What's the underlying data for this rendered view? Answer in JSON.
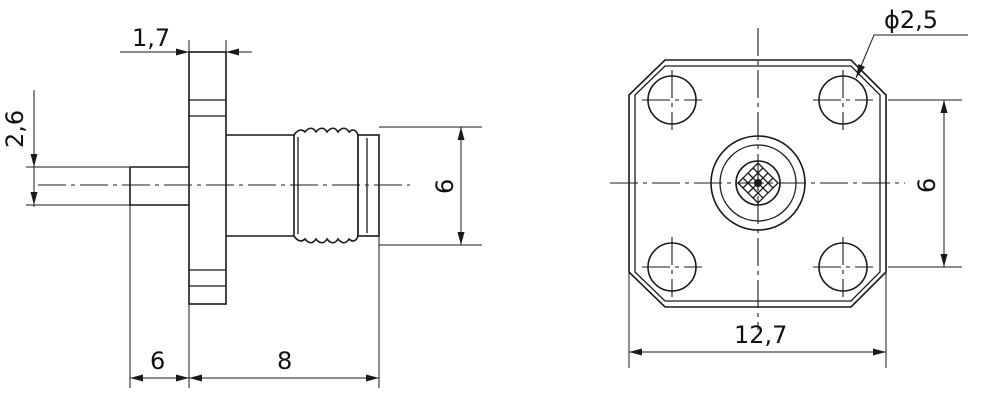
{
  "side_view": {
    "dim_flange_thickness": "1,7",
    "dim_pin_diameter": "2,6",
    "dim_body_diameter": "6",
    "dim_pin_length": "6",
    "dim_body_length": "8"
  },
  "front_view": {
    "dim_hole_diameter": "ϕ2,5",
    "dim_hole_spacing": "6",
    "dim_flange_width": "12,7"
  }
}
